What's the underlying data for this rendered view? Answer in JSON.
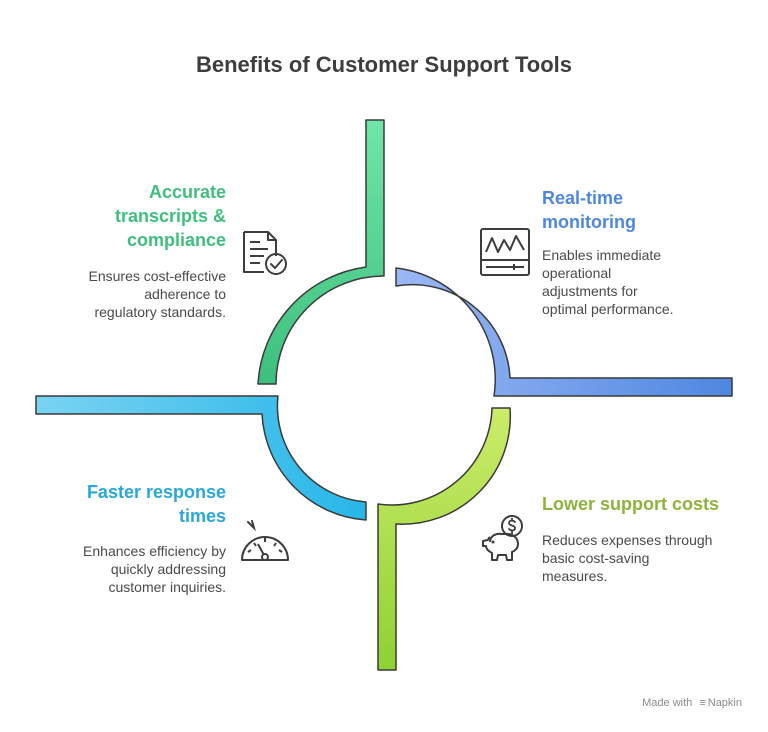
{
  "title": "Benefits of Customer Support Tools",
  "items": [
    {
      "heading_lines": [
        "Accurate",
        "transcripts &",
        "compliance"
      ],
      "description_lines": [
        "Ensures cost-effective",
        "adherence to",
        "regulatory standards."
      ],
      "icon": "document-check-icon",
      "color": "#3ebf7e"
    },
    {
      "heading_lines": [
        "Real-time",
        "monitoring"
      ],
      "description_lines": [
        "Enables immediate",
        "operational",
        "adjustments for",
        "optimal performance."
      ],
      "icon": "monitor-waveform-icon",
      "color": "#4e87e0"
    },
    {
      "heading_lines": [
        "Faster response",
        "times"
      ],
      "description_lines": [
        "Enhances efficiency by",
        "quickly addressing",
        "customer inquiries."
      ],
      "icon": "speedometer-icon",
      "color": "#28a8d8"
    },
    {
      "heading_lines": [
        "Lower support costs"
      ],
      "description_lines": [
        "Reduces expenses through",
        "basic cost-saving",
        "measures."
      ],
      "icon": "piggy-bank-dollar-icon",
      "color": "#8eb33b"
    }
  ],
  "footer": {
    "made_with": "Made with",
    "brand": "Napkin"
  }
}
